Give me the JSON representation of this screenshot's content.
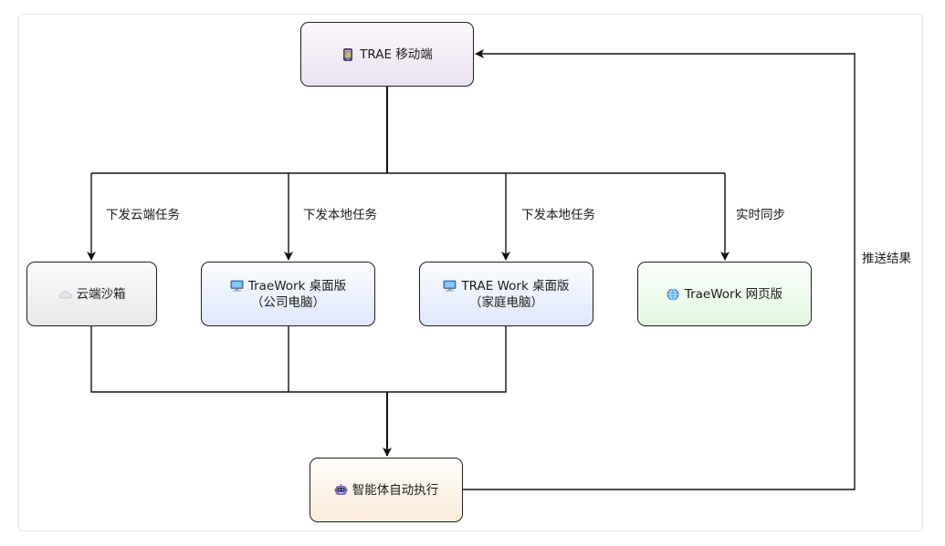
{
  "diagram": {
    "nodes": {
      "mobile": {
        "icon": "phone-icon",
        "label": "TRAE 移动端"
      },
      "cloud": {
        "icon": "cloud-icon",
        "label": "云端沙箱"
      },
      "desktop_company": {
        "icon": "computer-icon",
        "label": "TraeWork 桌面版",
        "sublabel": "（公司电脑）"
      },
      "desktop_home": {
        "icon": "computer-icon",
        "label": "TRAE Work 桌面版",
        "sublabel": "（家庭电脑）"
      },
      "web": {
        "icon": "globe-icon",
        "label": "TraeWork 网页版"
      },
      "agent": {
        "icon": "robot-icon",
        "label": "智能体自动执行"
      }
    },
    "edges": {
      "to_cloud": "下发云端任务",
      "to_desktop_company": "下发本地任务",
      "to_desktop_home": "下发本地任务",
      "to_web": "实时同步",
      "push_back": "推送结果"
    }
  }
}
